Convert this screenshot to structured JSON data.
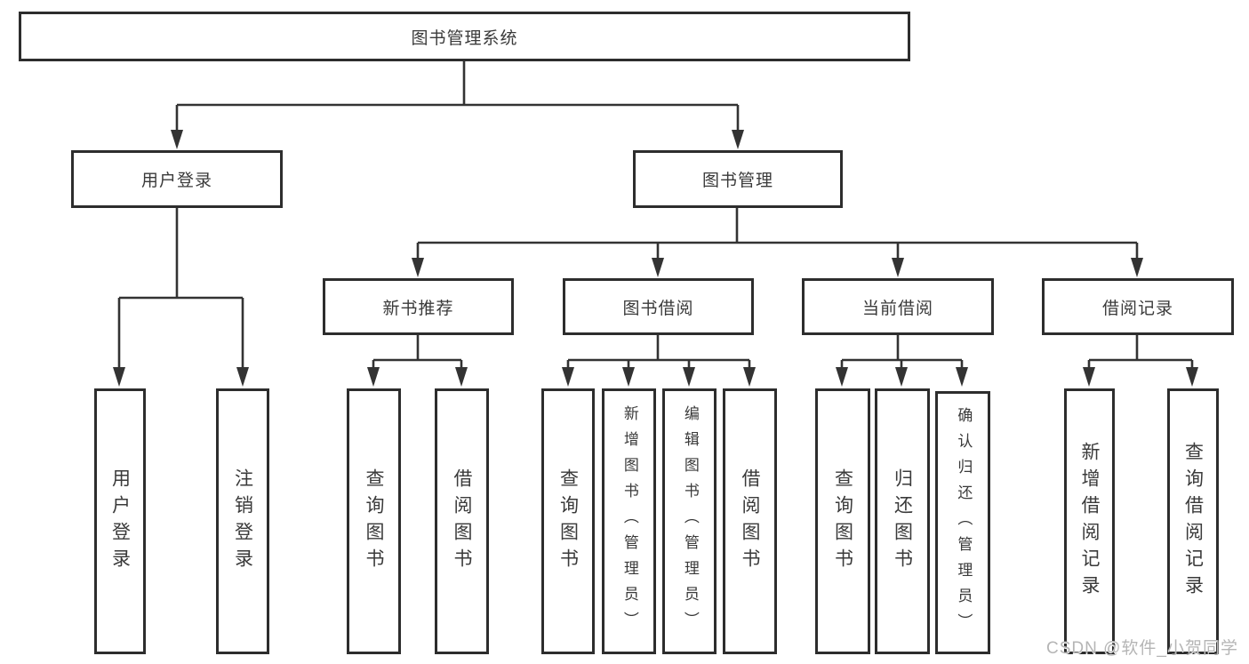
{
  "watermark": {
    "text": "CSDN @软件_小贺同学",
    "color": "#b5b5b5"
  },
  "colors": {
    "box_border": "#2d2d2d",
    "connector": "#333333",
    "text": "#3a3a3a",
    "watermark": "#b5b5b5",
    "background": "#ffffff"
  },
  "tree": {
    "root": {
      "label": "图书管理系统"
    },
    "branches": [
      {
        "label": "用户登录",
        "children": [
          {
            "label": "用户登录"
          },
          {
            "label": "注销登录"
          }
        ]
      },
      {
        "label": "图书管理",
        "children": [
          {
            "label": "新书推荐",
            "children": [
              {
                "label": "查询图书"
              },
              {
                "label": "借阅图书"
              }
            ]
          },
          {
            "label": "图书借阅",
            "children": [
              {
                "label": "查询图书"
              },
              {
                "label": "新增图书（管理员）"
              },
              {
                "label": "编辑图书（管理员）"
              },
              {
                "label": "借阅图书"
              }
            ]
          },
          {
            "label": "当前借阅",
            "children": [
              {
                "label": "查询图书"
              },
              {
                "label": "归还图书"
              },
              {
                "label": "确认归还（管理员）"
              }
            ]
          },
          {
            "label": "借阅记录",
            "children": [
              {
                "label": "新增借阅记录"
              },
              {
                "label": "查询借阅记录"
              }
            ]
          }
        ]
      }
    ]
  }
}
